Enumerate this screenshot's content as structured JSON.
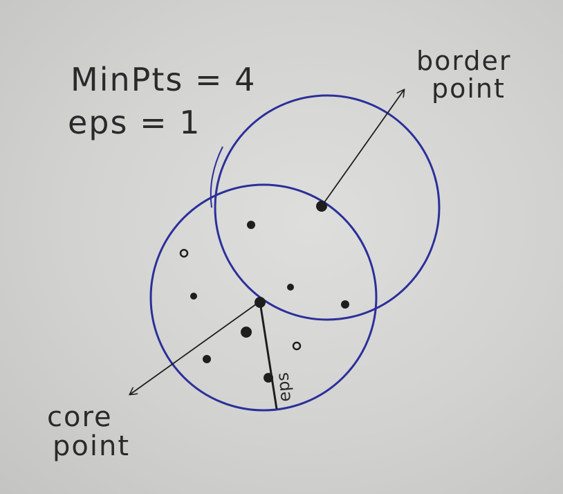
{
  "params": {
    "minpts": "MinPts = 4",
    "eps": "eps = 1"
  },
  "labels": {
    "border_line1": "border",
    "border_line2": "point",
    "core_line1": "core",
    "core_line2": "point",
    "radius": "eps"
  },
  "colors": {
    "circle": "#2b2f9a",
    "ink": "#1e1e1e",
    "paper": "#d8d8d6"
  }
}
